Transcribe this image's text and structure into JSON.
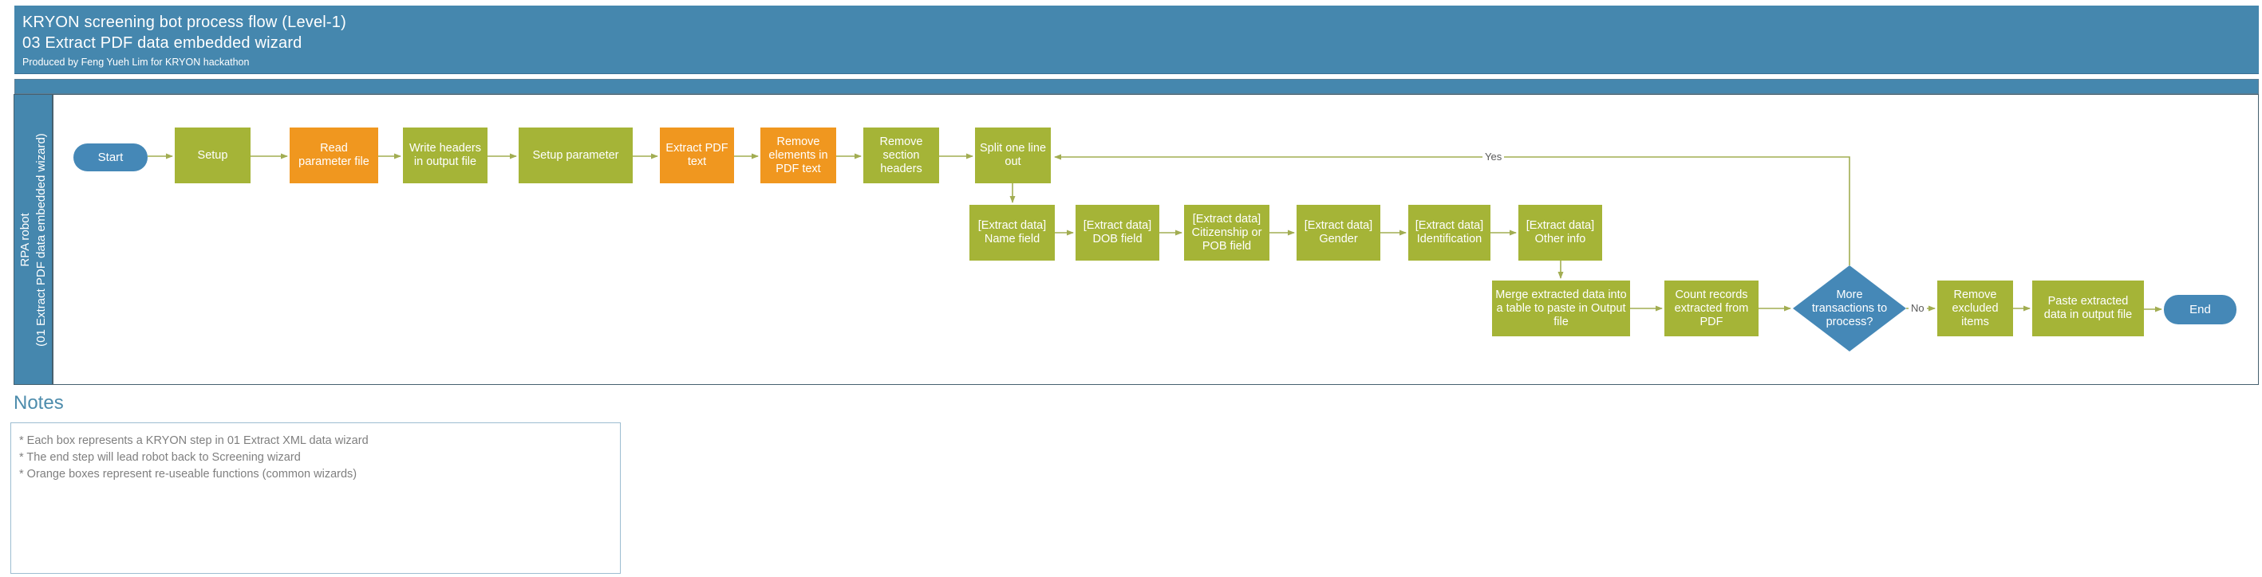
{
  "title": {
    "line1": "KRYON screening bot process flow (Level-1)",
    "line2": "03 Extract PDF data embedded wizard",
    "line3": "Produced by Feng Yueh Lim for KRYON hackathon"
  },
  "lane": {
    "label_line1": "RPA robot",
    "label_line2": "(01 Extract PDF data embedded wizard)"
  },
  "colors": {
    "band_blue": "#4587ae",
    "shape_blue": "#4588b7",
    "green": "#a5b437",
    "orange": "#f0971f",
    "connector": "#a2ad52",
    "branch_text": "#5a5a5a",
    "notes_heading": "#4d8cac",
    "notes_text": "#7f7f7f"
  },
  "flow": {
    "yes_label": "Yes",
    "no_label": "No",
    "nodes": [
      {
        "id": "start",
        "type": "terminator",
        "label": "Start"
      },
      {
        "id": "setup",
        "type": "process",
        "label": "Setup"
      },
      {
        "id": "read-parameter-file",
        "type": "reusable-function",
        "label": "Read parameter file"
      },
      {
        "id": "write-headers",
        "type": "process",
        "label": "Write headers in output file"
      },
      {
        "id": "setup-parameter",
        "type": "process",
        "label": "Setup parameter"
      },
      {
        "id": "extract-pdf-text",
        "type": "reusable-function",
        "label": "Extract PDF text"
      },
      {
        "id": "remove-elements",
        "type": "reusable-function",
        "label": "Remove elements in PDF text"
      },
      {
        "id": "remove-section-headers",
        "type": "process",
        "label": "Remove section headers"
      },
      {
        "id": "split-one-line-out",
        "type": "process",
        "label": "Split one line out"
      },
      {
        "id": "extract-name",
        "type": "process",
        "label": "[Extract data] Name field"
      },
      {
        "id": "extract-dob",
        "type": "process",
        "label": "[Extract data] DOB field"
      },
      {
        "id": "extract-citizenship",
        "type": "process",
        "label": "[Extract data] Citizenship or POB field"
      },
      {
        "id": "extract-gender",
        "type": "process",
        "label": "[Extract data] Gender"
      },
      {
        "id": "extract-identification",
        "type": "process",
        "label": "[Extract data] Identification"
      },
      {
        "id": "extract-other-info",
        "type": "process",
        "label": "[Extract data] Other info"
      },
      {
        "id": "merge-extracted-data",
        "type": "process",
        "label": "Merge extracted data into a table to paste in Output file"
      },
      {
        "id": "count-records",
        "type": "process",
        "label": "Count records extracted from PDF"
      },
      {
        "id": "more-transactions-decision",
        "type": "decision",
        "label": "More transactions to process?"
      },
      {
        "id": "remove-excluded-items",
        "type": "process",
        "label": "Remove excluded items"
      },
      {
        "id": "paste-extracted-data",
        "type": "process",
        "label": "Paste extracted data in output file"
      },
      {
        "id": "end",
        "type": "terminator",
        "label": "End"
      }
    ]
  },
  "notes": {
    "heading": "Notes",
    "items": [
      "* Each box represents a KRYON step in 01 Extract XML data wizard",
      "* The end step will lead robot back to Screening wizard",
      "* Orange boxes represent re-useable functions (common wizards)"
    ]
  }
}
